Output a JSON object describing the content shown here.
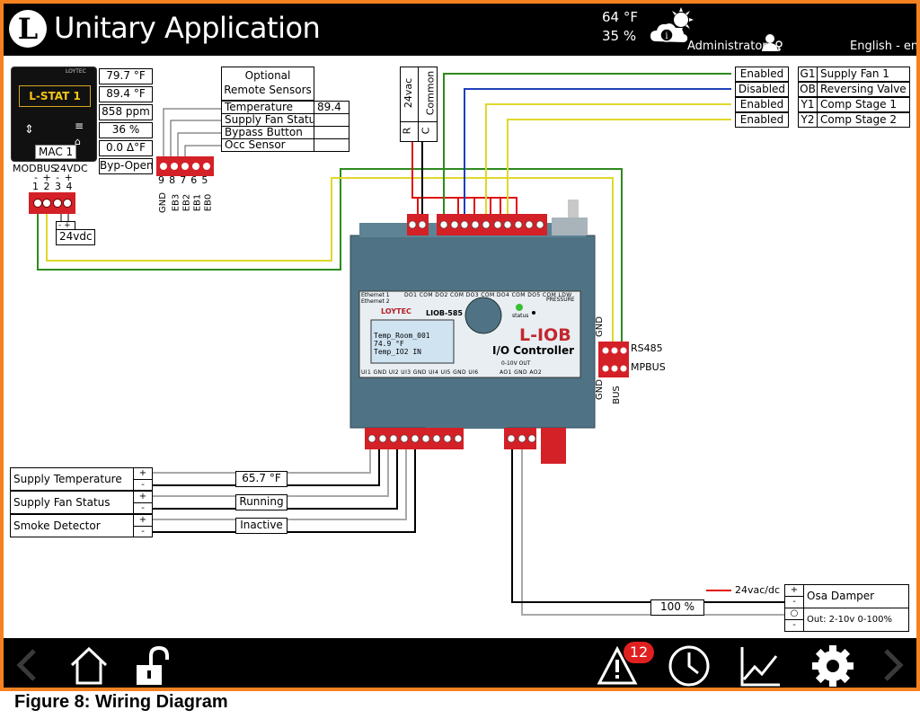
{
  "header": {
    "title": "Unitary Application",
    "logo_letter": "L",
    "outdoor_temp": "64 °F",
    "outdoor_humidity": "35 %",
    "user": "Administrator",
    "language": "English - eng"
  },
  "thermostat": {
    "label": "L-STAT 1",
    "brand": "LOYTEC",
    "mac": "MAC 1",
    "values": [
      "79.7 °F",
      "89.4 °F",
      "858 ppm",
      "36 %",
      "0.0 Δ°F",
      "Byp-Open"
    ],
    "bus_label": "MODBUS",
    "power_label": "24VDC",
    "term_signs": "- + - +",
    "term_numbers": "1 2 3 4",
    "supply_label": "24vdc",
    "supply_signs": "- +"
  },
  "remote_sensors": {
    "header_line1": "Optional",
    "header_line2": "Remote Sensors",
    "rows": [
      {
        "name": "Temperature",
        "value": "89.4"
      },
      {
        "name": "Supply Fan Status",
        "value": ""
      },
      {
        "name": "Bypass Button",
        "value": ""
      },
      {
        "name": "Occ Sensor",
        "value": ""
      }
    ],
    "term_numbers": "9 8 7 6 5",
    "term_labels": [
      "GND",
      "EB3",
      "EB2",
      "EB1",
      "EB0"
    ]
  },
  "power": {
    "r_label": "R",
    "c_label": "C",
    "voltage": "24vac",
    "common": "Common"
  },
  "outputs": [
    {
      "status": "Enabled",
      "code": "G1",
      "name": "Supply Fan 1"
    },
    {
      "status": "Disabled",
      "code": "OB",
      "name": "Reversing Valve"
    },
    {
      "status": "Enabled",
      "code": "Y1",
      "name": "Comp Stage 1"
    },
    {
      "status": "Enabled",
      "code": "Y2",
      "name": "Comp Stage 2"
    }
  ],
  "controller": {
    "brand": "LOYTEC",
    "model": "LIOB-585",
    "name": "L-IOB",
    "subtitle": "I/O Controller",
    "status_label": "status",
    "pressure_label": "PRESSURE",
    "lcd_line1": "Temp_Room_001",
    "lcd_line2": "74.9 °F",
    "lcd_line3": "Temp_IO2 IN",
    "top_terms": [
      "DO1",
      "COM",
      "DO2",
      "COM",
      "DO3",
      "COM",
      "DO4",
      "COM",
      "DO5",
      "COM",
      "LDW"
    ],
    "bottom_terms": [
      "UI1",
      "GND",
      "UI2",
      "UI3",
      "GND",
      "UI4",
      "UI5",
      "GND",
      "UI6"
    ],
    "ao_terms": [
      "AO1",
      "GND",
      "AO2"
    ],
    "eth1": "Ethernet 1",
    "eth2": "Ethernet 2",
    "ao_label": "0-10V OUT"
  },
  "bus": {
    "gnd_top": "GND",
    "rs485": "RS485",
    "mpbus": "MPBUS",
    "gnd_bottom": "GND",
    "bus": "BUS"
  },
  "inputs": [
    {
      "name": "Supply Temperature",
      "value": "65.7 °F"
    },
    {
      "name": "Supply Fan Status",
      "value": "Running"
    },
    {
      "name": "Smoke Detector",
      "value": "Inactive"
    }
  ],
  "damper": {
    "name": "Osa Damper",
    "output": "Out: 2-10v  0-100%",
    "power": "24vac/dc",
    "value": "100 %",
    "sign_plus": "+",
    "sign_minus": "-"
  },
  "toolbar": {
    "alarm_count": "12"
  },
  "figure_caption": "Figure 8:  Wiring Diagram",
  "colors": {
    "accent": "#f58220",
    "terminal_red": "#d42027",
    "controller_body": "#4f7384",
    "wire_green": "#2e8b1e",
    "wire_blue": "#1f3fb8",
    "wire_yellow": "#e0d82a",
    "wire_red": "#e01010",
    "wire_gray": "#a8a8a8"
  }
}
